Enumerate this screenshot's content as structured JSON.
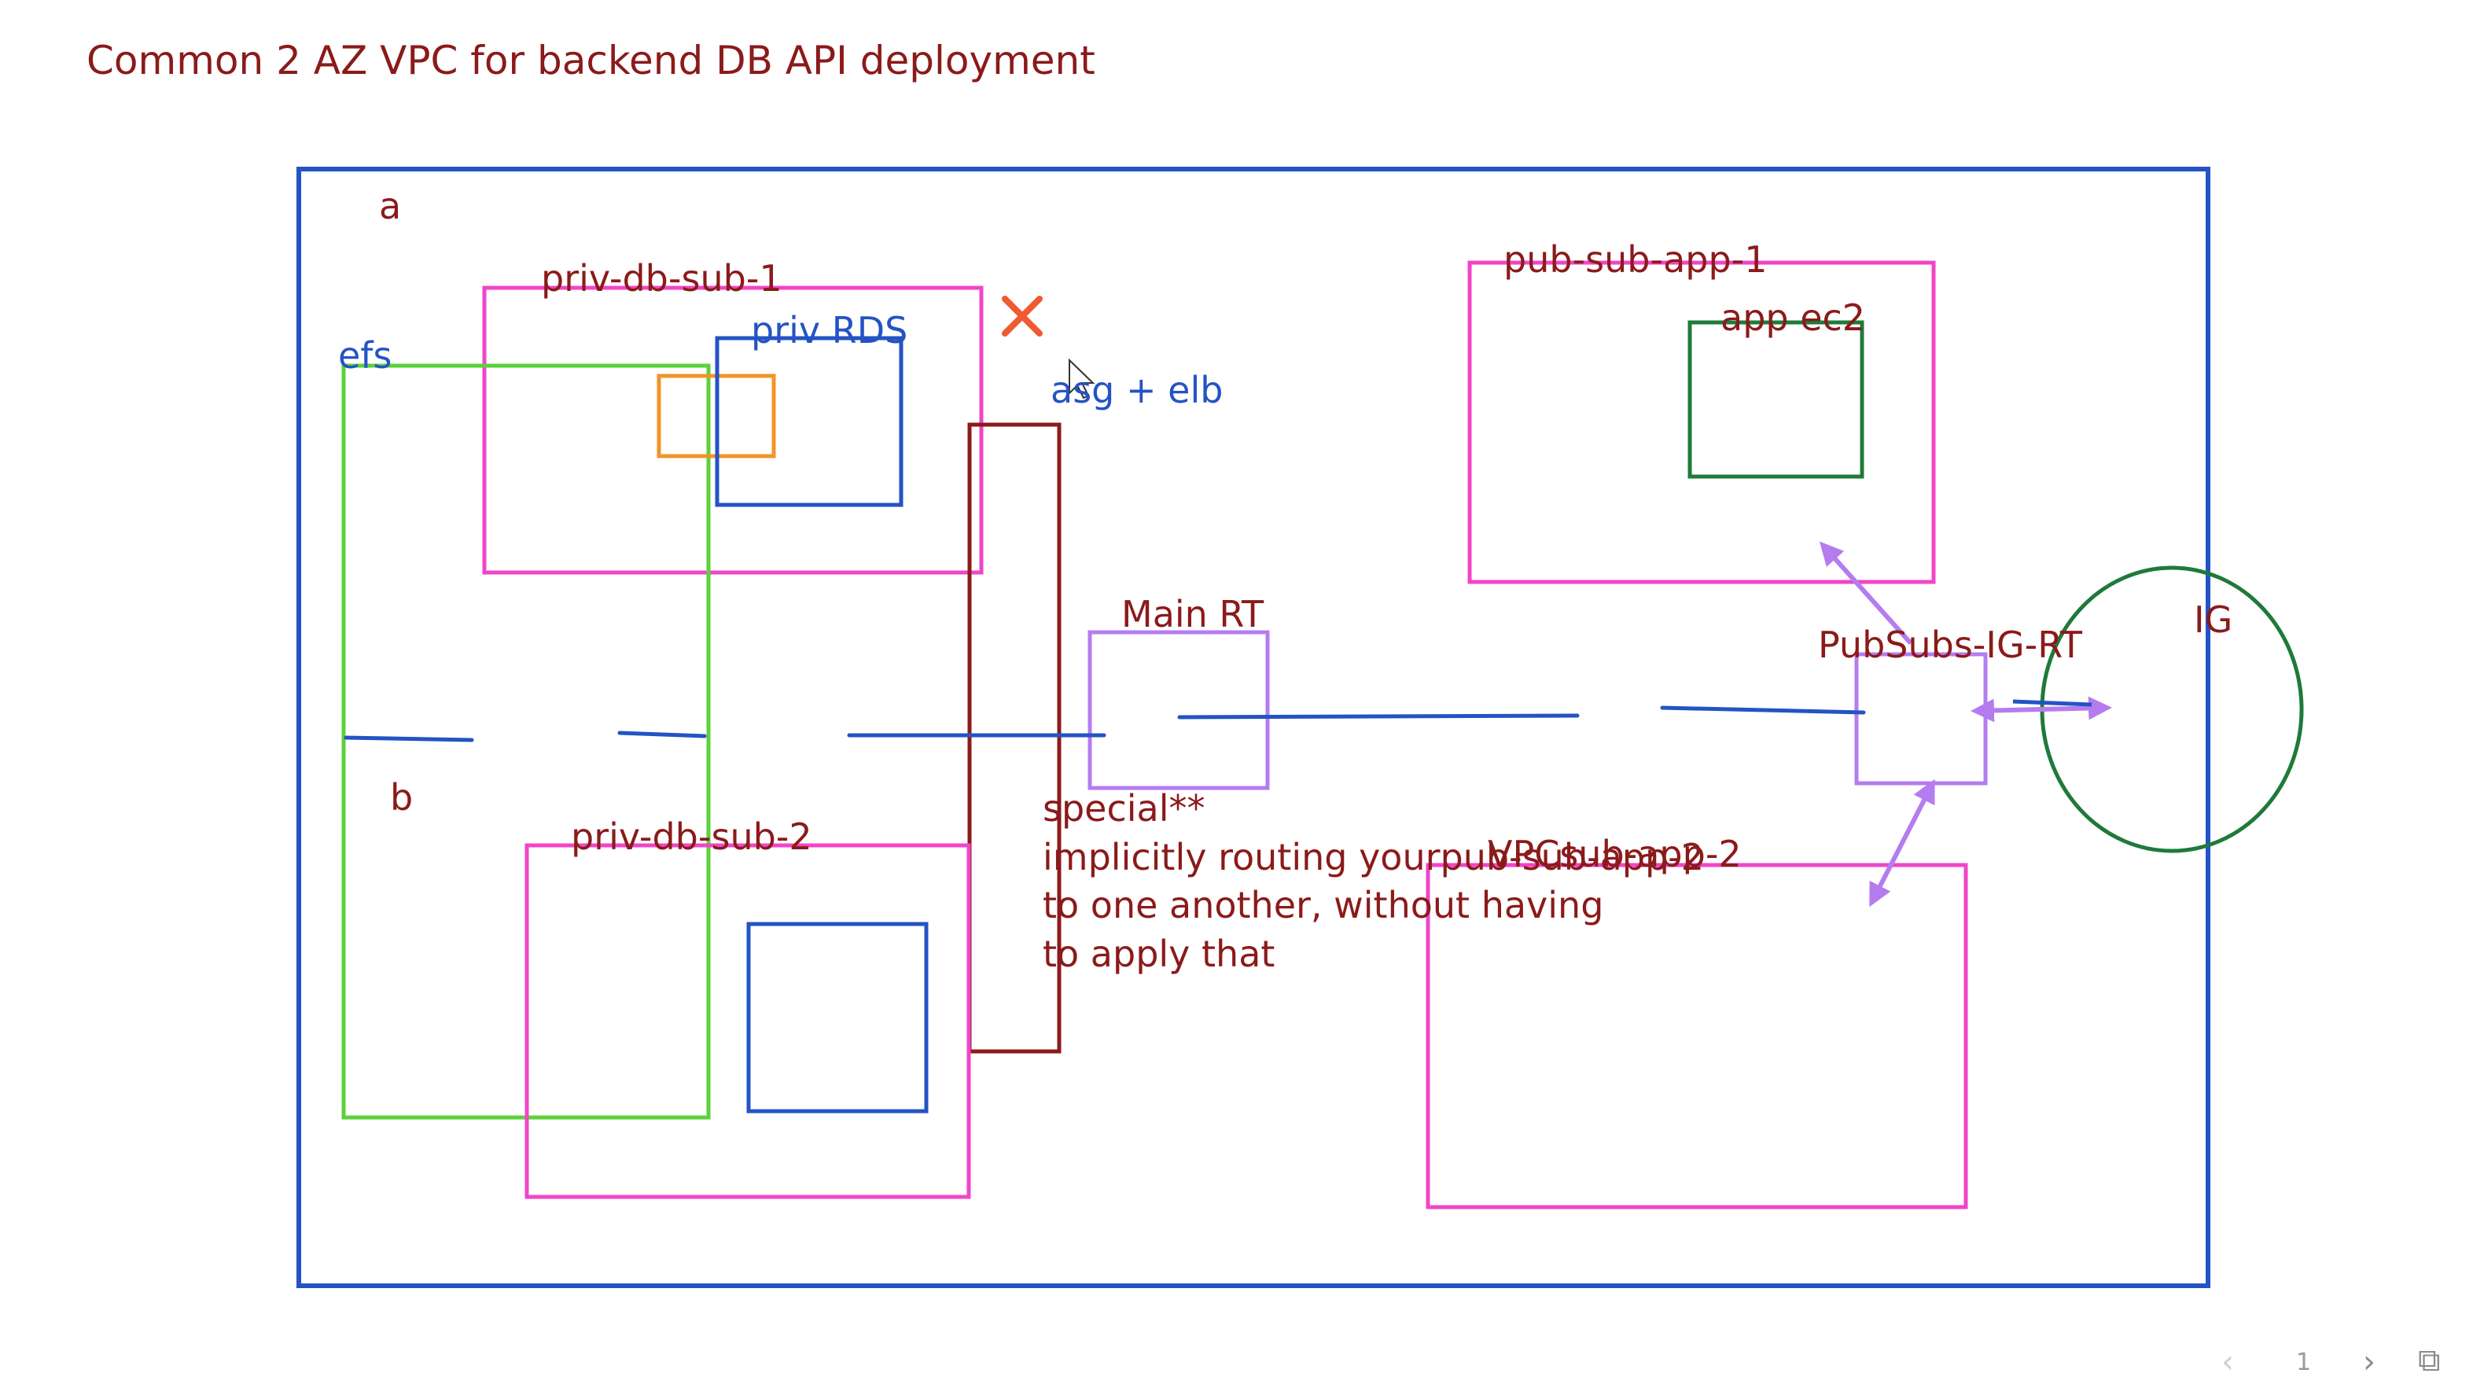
{
  "title": "Common 2 AZ VPC for backend DB API deployment",
  "labels": {
    "az_a": "a",
    "az_b": "b",
    "priv_db_sub_1": "priv-db-sub-1",
    "priv_rds": "priv RDS",
    "efs": "efs",
    "asg_elb": "asg + elb",
    "pub_sub_app_1": "pub-sub-app-1",
    "app_ec2": "app ec2",
    "main_rt": "Main RT",
    "pubsubs_ig_rt": "PubSubs-IG-RT",
    "ig": "IG",
    "priv_db_sub_2": "priv-db-sub-2",
    "pub_sub_app_2": "VPCsub-app-2",
    "note_line_1": "special**",
    "note_line_2": "implicitly routing yourpub-sub-app-2",
    "note_line_3": "to one another, without having",
    "note_line_4": "to apply that"
  },
  "pager": {
    "prev": "‹",
    "page": "1",
    "next": "›",
    "external": "⧉"
  },
  "colors": {
    "title": "#8b1a1a",
    "vpc_border": "#2453c4",
    "subnet_pink": "#f045c8",
    "efs_green": "#5bd13a",
    "rds_blue": "#2453c4",
    "orange": "#f0952a",
    "asg_darkred": "#8b1a1a",
    "ec2_green": "#1f7a3a",
    "rt_purple": "#b57cf0",
    "ig_green": "#1f7a3a",
    "x_mark": "#ef5a30"
  }
}
